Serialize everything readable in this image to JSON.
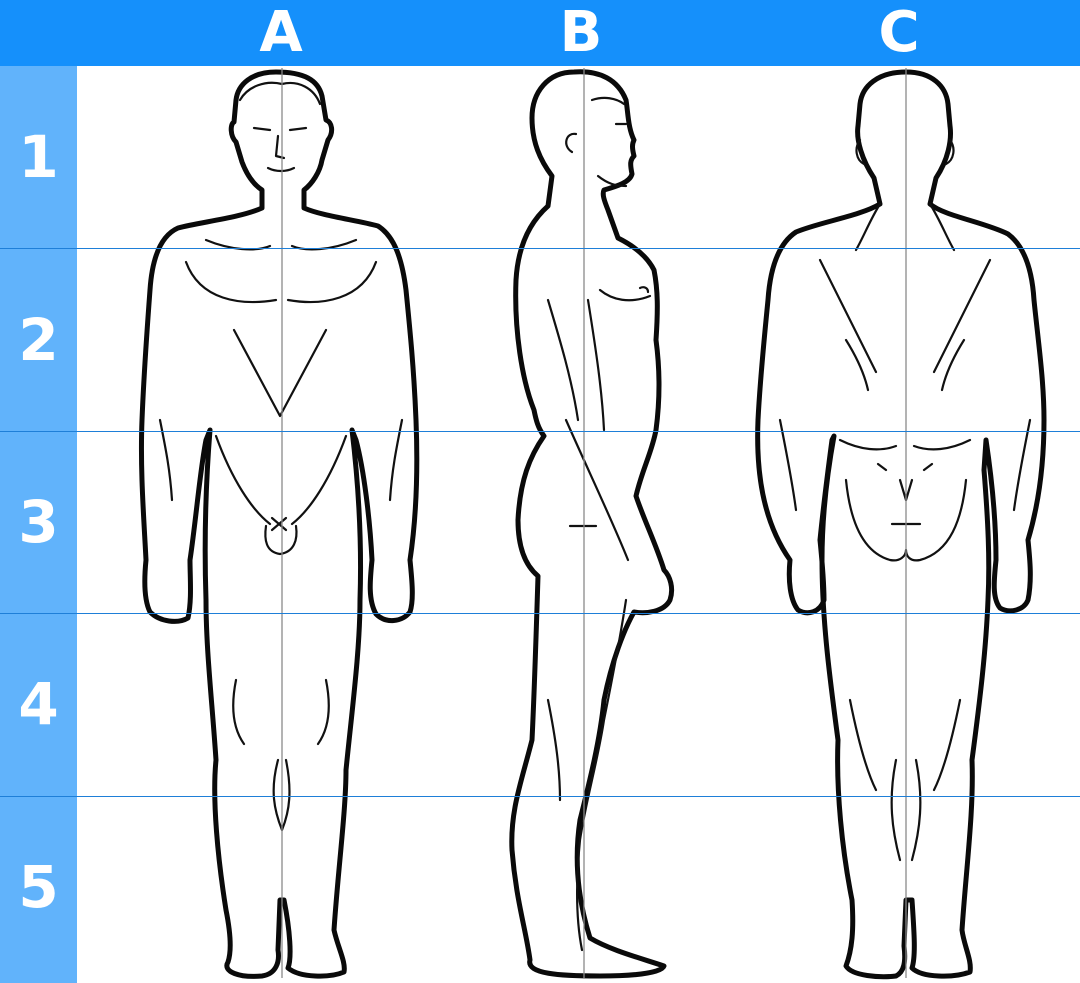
{
  "columns": {
    "a": "A",
    "b": "B",
    "c": "C"
  },
  "rows": {
    "r1": "1",
    "r2": "2",
    "r3": "3",
    "r4": "4",
    "r5": "5"
  },
  "colors": {
    "header": "#1590fb",
    "sidebar": "#61b3fb",
    "grid_line": "#1e7fd8"
  }
}
